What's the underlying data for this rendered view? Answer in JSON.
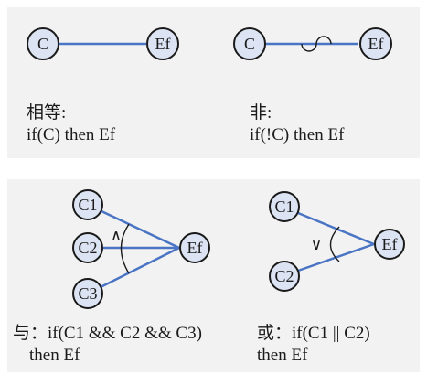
{
  "diagrams": {
    "equal": {
      "nodes": [
        "C",
        "Ef"
      ],
      "caption": [
        "相等:",
        "if(C) then Ef"
      ]
    },
    "not": {
      "nodes": [
        "C",
        "Ef"
      ],
      "caption": [
        "非:",
        "if(!C) then Ef"
      ]
    },
    "and": {
      "nodes": [
        "C1",
        "C2",
        "C3",
        "Ef"
      ],
      "operator": "∧",
      "caption": [
        "与：if(C1 && C2 && C3)",
        "then Ef"
      ]
    },
    "or": {
      "nodes": [
        "C1",
        "C2",
        "Ef"
      ],
      "operator": "∨",
      "caption": [
        "或：if(C1 || C2)",
        "then Ef"
      ]
    }
  },
  "colors": {
    "panel": "#f2f2f2",
    "node_fill": "#dce3f2",
    "edge": "#4a74c4"
  }
}
